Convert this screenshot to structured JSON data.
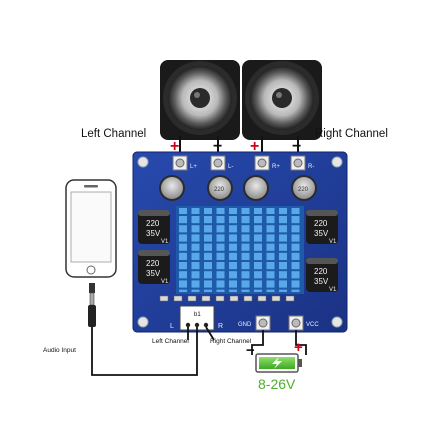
{
  "labels": {
    "left_channel": "Left Channel",
    "right_channel": "Right Channel",
    "audio_input": "Audio Input",
    "in_left": "Left Channel",
    "in_right": "Right Channel",
    "voltage": "8-26V"
  },
  "signs": {
    "plus": "+",
    "minus": "−"
  },
  "capacitors": {
    "big_top_left": [
      "220",
      "35V",
      "V1"
    ],
    "big_bottom_left": [
      "220",
      "35V",
      "V1"
    ],
    "big_top_right": [
      "220",
      "35V",
      "V1"
    ],
    "big_bottom_right": [
      "220",
      "35V",
      "V1"
    ],
    "small": [
      "220"
    ]
  },
  "silkscreen": {
    "r_minus": "R-",
    "r_plus": "R+",
    "l_minus": "L-",
    "l_plus": "L+",
    "gnd": "GND",
    "vcc": "VCC",
    "input_header": "b1",
    "in_l": "L",
    "in_r": "R"
  },
  "colors": {
    "pcb": "#1f3e9c",
    "heatsink": "#3f8fd8",
    "terminal": "#e8e8e8",
    "plus_marker": "#d0021b",
    "battery_green": "#5cc83a",
    "voltage_text": "#4caf2a"
  }
}
